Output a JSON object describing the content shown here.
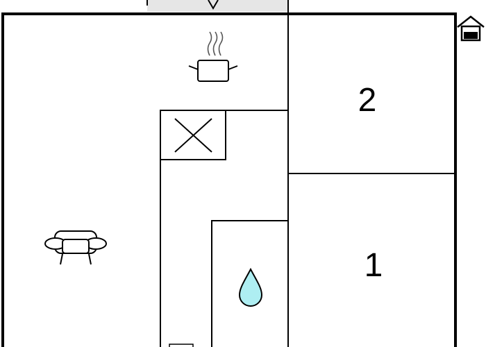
{
  "rooms": [
    {
      "id": "bedroom-2",
      "number": "2"
    },
    {
      "id": "bedroom-1",
      "number": "1"
    }
  ],
  "icons": {
    "kitchen": "cooking-pot-icon",
    "living": "sofa-icon",
    "bathroom": "water-drop-icon",
    "fireplace": "crossed-box-icon",
    "entrance": "house-entrance-icon"
  },
  "colors": {
    "walls": "#000000",
    "water": "#aeeef2",
    "entrance_area": "#e6e6e6"
  }
}
